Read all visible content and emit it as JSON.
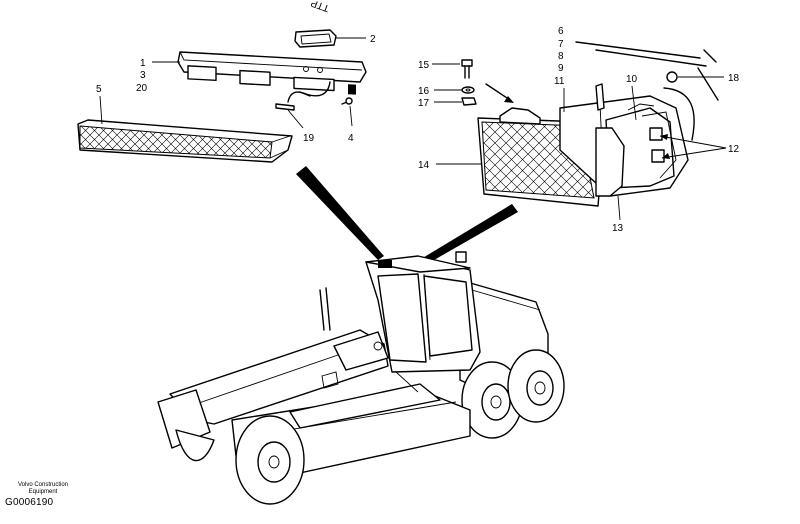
{
  "callouts": {
    "c1": "1",
    "c2": "2",
    "c3": "3",
    "c4": "4",
    "c5": "5",
    "c6": "6",
    "c7": "7",
    "c8": "8",
    "c9": "9",
    "c10": "10",
    "c11": "11",
    "c12": "12",
    "c13": "13",
    "c14": "14",
    "c15": "15",
    "c16": "16",
    "c17": "17",
    "c18": "18",
    "c19": "19",
    "c20": "20"
  },
  "footer": {
    "credit_line1": "Volvo Construction",
    "credit_line2": "Equipment",
    "figure_id": "G0006190"
  },
  "corner_mark": "TTP"
}
